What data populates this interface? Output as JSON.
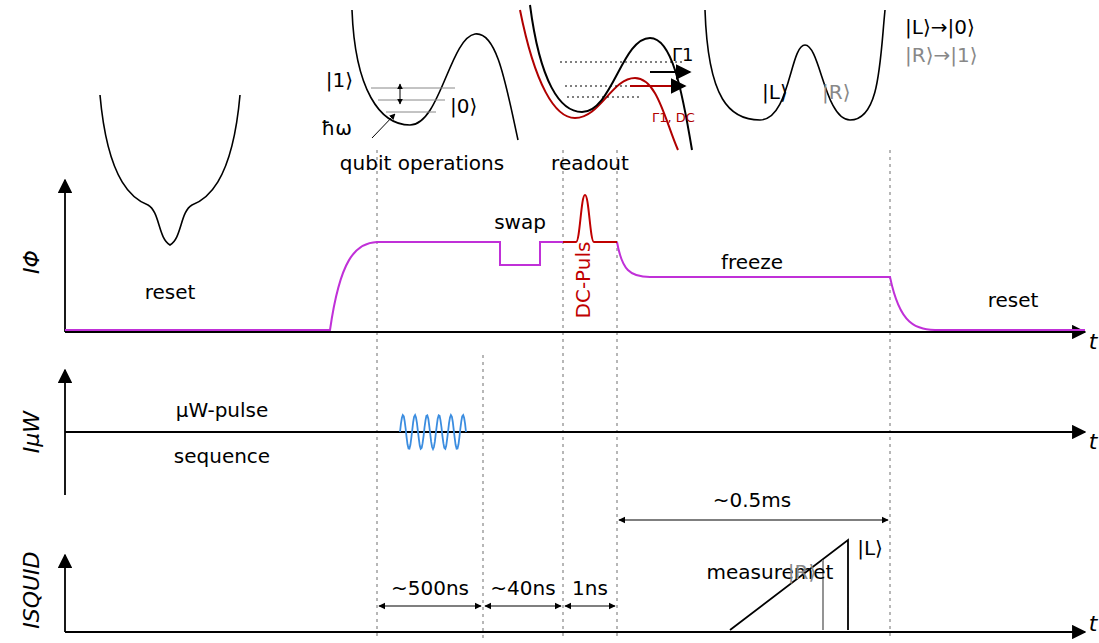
{
  "diagram": {
    "labels": [
      "|L⟩→|0⟩",
      "|R⟩→|1⟩",
      "|1⟩",
      "ħω",
      "|0⟩",
      "Γ1",
      "Γ1, DC",
      "|L⟩",
      "|R⟩",
      "qubit operations",
      "readout",
      "reset",
      "IΦ",
      "swap",
      "DC-Puls",
      "freeze",
      "reset",
      "t",
      "IμW",
      "μW-pulse",
      "sequence",
      "t",
      "~0.5ms",
      "measuremet",
      "|L⟩",
      "|R⟩",
      "ISQUID",
      "~500ns",
      "~40ns",
      "1ns",
      "t"
    ]
  }
}
